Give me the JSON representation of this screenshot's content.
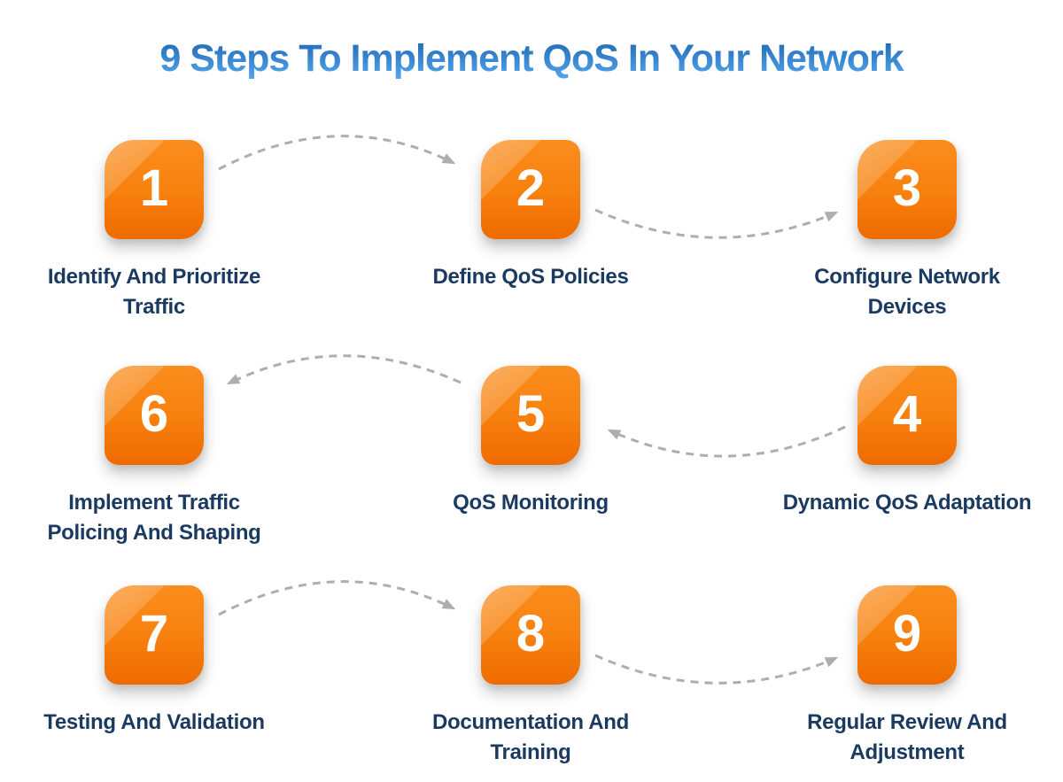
{
  "title": "9 Steps To Implement QoS In Your Network",
  "colors": {
    "background": "#ffffff",
    "title_gradient_top": "#1e65b2",
    "title_gradient_bottom": "#55a8f0",
    "label_text": "#1b3a61",
    "number_text": "#ffffff",
    "arrow": "#aeaeae",
    "square_top": "#fa8d1e",
    "square_mid": "#f8820f",
    "square_bottom": "#ee6b00"
  },
  "steps": [
    {
      "number": "1",
      "label_lines": [
        "Identify And Prioritize",
        "Traffic"
      ]
    },
    {
      "number": "2",
      "label_lines": [
        "Define QoS Policies"
      ]
    },
    {
      "number": "3",
      "label_lines": [
        "Configure Network",
        "Devices"
      ]
    },
    {
      "number": "4",
      "label_lines": [
        "Dynamic QoS Adaptation"
      ]
    },
    {
      "number": "5",
      "label_lines": [
        "QoS Monitoring"
      ]
    },
    {
      "number": "6",
      "label_lines": [
        "Implement Traffic",
        "Policing And Shaping"
      ]
    },
    {
      "number": "7",
      "label_lines": [
        "Testing And Validation"
      ]
    },
    {
      "number": "8",
      "label_lines": [
        "Documentation And",
        "Training"
      ]
    },
    {
      "number": "9",
      "label_lines": [
        "Regular Review And",
        "Adjustment"
      ]
    }
  ]
}
